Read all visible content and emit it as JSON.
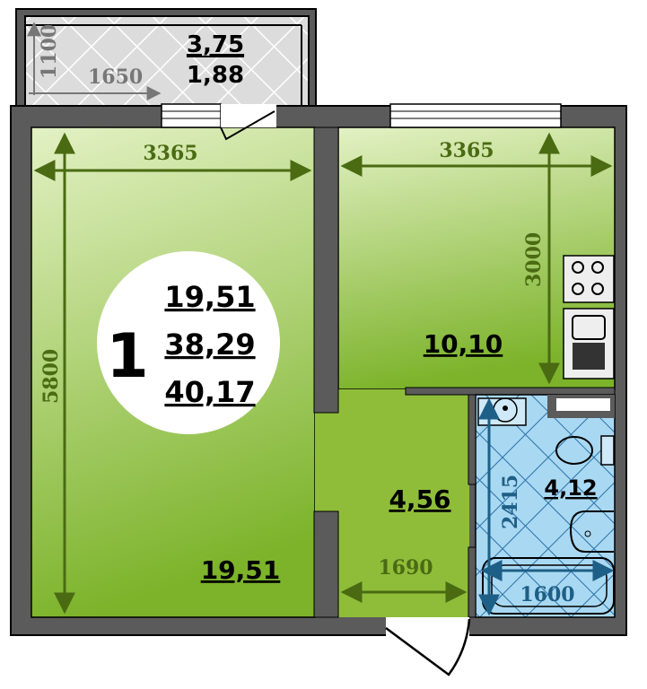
{
  "balcony": {
    "area_full": "3,75",
    "area_reduced": "1,88",
    "width": "1650",
    "depth": "1100"
  },
  "summary": {
    "rooms": "1",
    "living_area": "19,51",
    "total_area": "38,29",
    "total_area_with_balcony": "40,17"
  },
  "room": {
    "area": "19,51",
    "width": "3365",
    "length": "5800"
  },
  "kitchen": {
    "area": "10,10",
    "width": "3365",
    "length": "3000"
  },
  "hall": {
    "area": "4,56",
    "width": "1690"
  },
  "bathroom": {
    "area": "4,12",
    "width": "1600",
    "length": "2415"
  },
  "colors": {
    "wall": "#5b5b5b",
    "green_light": "#d9ecb4",
    "green_dark": "#7bb325",
    "bath": "#a9d8f2",
    "dim_green": "#4a6b12",
    "dim_blue": "#1d5f86"
  }
}
